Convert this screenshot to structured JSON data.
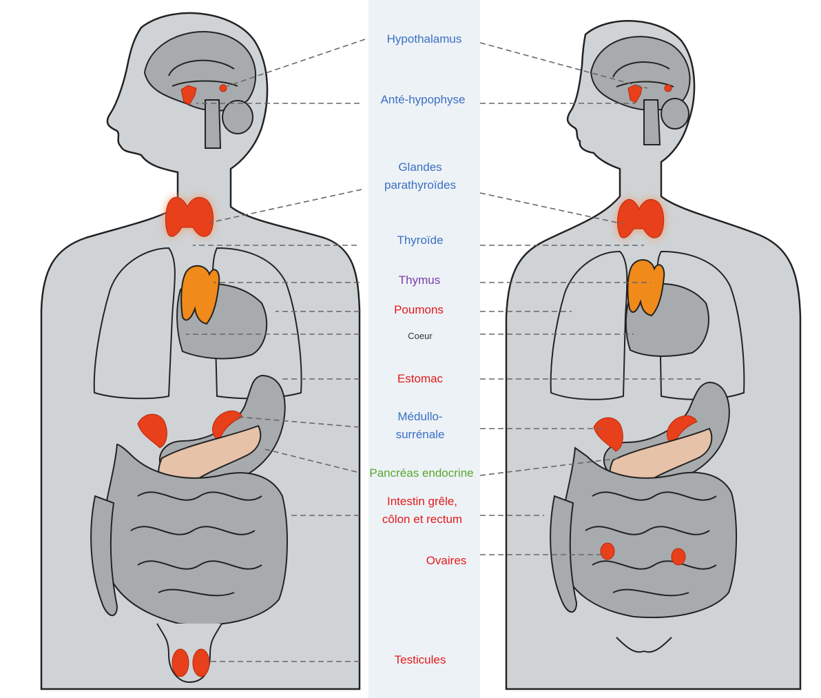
{
  "colors": {
    "body_fill": "#cfd3d6",
    "outline": "#222222",
    "organ_fill": "#a8abad",
    "gland": "#e8401a",
    "gland_halo": "#f59a6a",
    "thymus": "#f08a1a",
    "pancreas": "#e6c2a8",
    "leader_line": "#666666",
    "strip": "#edf2f6"
  },
  "labels": {
    "hypothalamus": {
      "text": "Hypothalamus",
      "color": "#3a6fc4"
    },
    "ante_hypophyse": {
      "text": "Anté-hypophyse",
      "color": "#3a6fc4"
    },
    "parathyroides": {
      "text": "Glandes\nparathyroïdes",
      "color": "#3a6fc4"
    },
    "thyroide": {
      "text": "Thyroïde",
      "color": "#3a6fc4"
    },
    "thymus": {
      "text": "Thymus",
      "color": "#7a3aa8"
    },
    "poumons": {
      "text": "Poumons",
      "color": "#e3191b"
    },
    "coeur": {
      "text": "Coeur",
      "color": "#333333"
    },
    "estomac": {
      "text": "Estomac",
      "color": "#e3191b"
    },
    "medullo": {
      "text": "Médullo-\nsurrénale",
      "color": "#3a6fc4"
    },
    "pancreas": {
      "text": "Pancréas endocrine",
      "color": "#5aa62e"
    },
    "intestin": {
      "text": "Intestin grêle,\ncôlon et rectum",
      "color": "#e3191b"
    },
    "ovaires": {
      "text": "Ovaires",
      "color": "#e3191b"
    },
    "testicules": {
      "text": "Testicules",
      "color": "#e3191b"
    }
  }
}
